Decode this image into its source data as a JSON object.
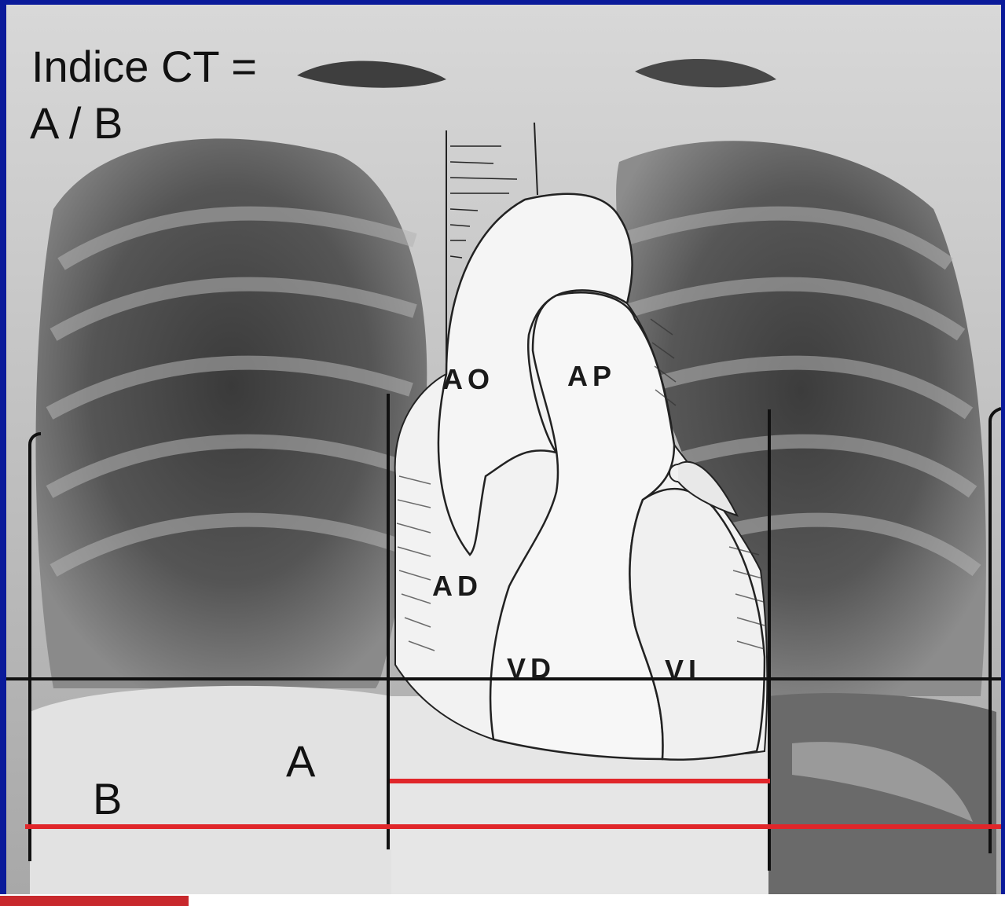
{
  "slide": {
    "title_line1": "Indice CT =",
    "title_line2": "A / B"
  },
  "measurements": {
    "label_a": "A",
    "label_b": "B",
    "line_color": "#e0262a"
  },
  "heart_labels": {
    "ao": "AO",
    "ap": "AP",
    "ad": "AD",
    "vd": "VD",
    "vi": "VI"
  },
  "colors": {
    "background": "#0a1a9a",
    "annotation_red": "#e0262a"
  }
}
